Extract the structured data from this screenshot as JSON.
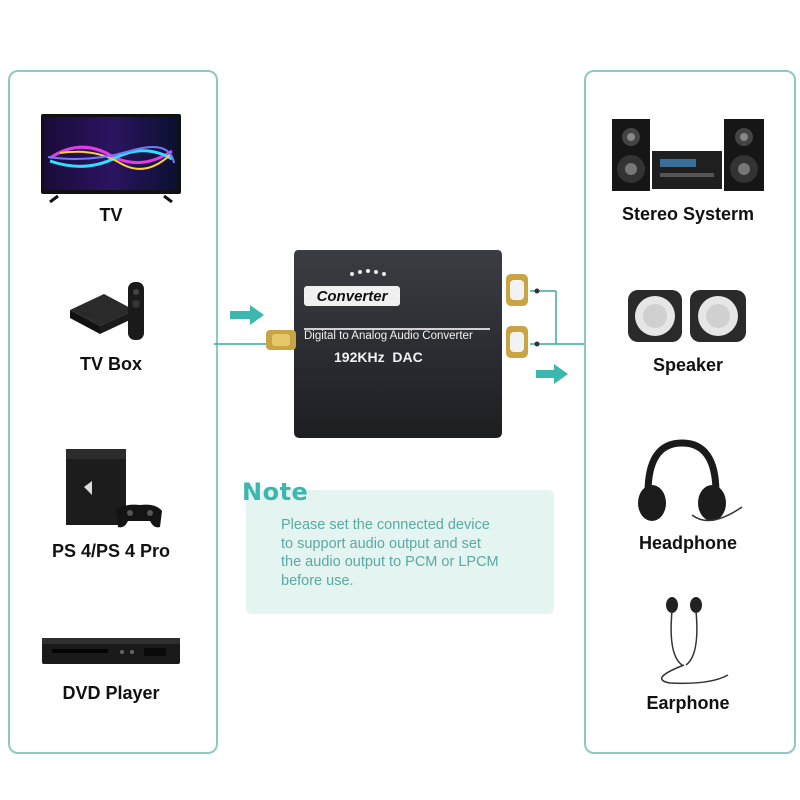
{
  "sources": [
    {
      "label": "TV",
      "icon": "tv-icon"
    },
    {
      "label": "TV Box",
      "icon": "tv-box-icon"
    },
    {
      "label": "PS 4/PS 4 Pro",
      "icon": "game-console-icon"
    },
    {
      "label": "DVD Player",
      "icon": "dvd-player-icon"
    }
  ],
  "outputs": [
    {
      "label": "Stereo Systerm",
      "icon": "stereo-system-icon"
    },
    {
      "label": "Speaker",
      "icon": "speaker-icon"
    },
    {
      "label": "Headphone",
      "icon": "headphone-icon"
    },
    {
      "label": "Earphone",
      "icon": "earphone-icon"
    }
  ],
  "converter": {
    "brand": "Converter",
    "line1": "Digital to Analog Audio Converter",
    "line2": "192KHz  DAC"
  },
  "note": {
    "title": "Note",
    "lines": [
      "Please set the connected device",
      "to support audio output and set",
      "the audio output to PCM or LPCM",
      "before use."
    ]
  },
  "colors": {
    "accent": "#3cb7ad",
    "panel_border": "#8fc9c4",
    "note_bg": "#e4f4f1"
  }
}
